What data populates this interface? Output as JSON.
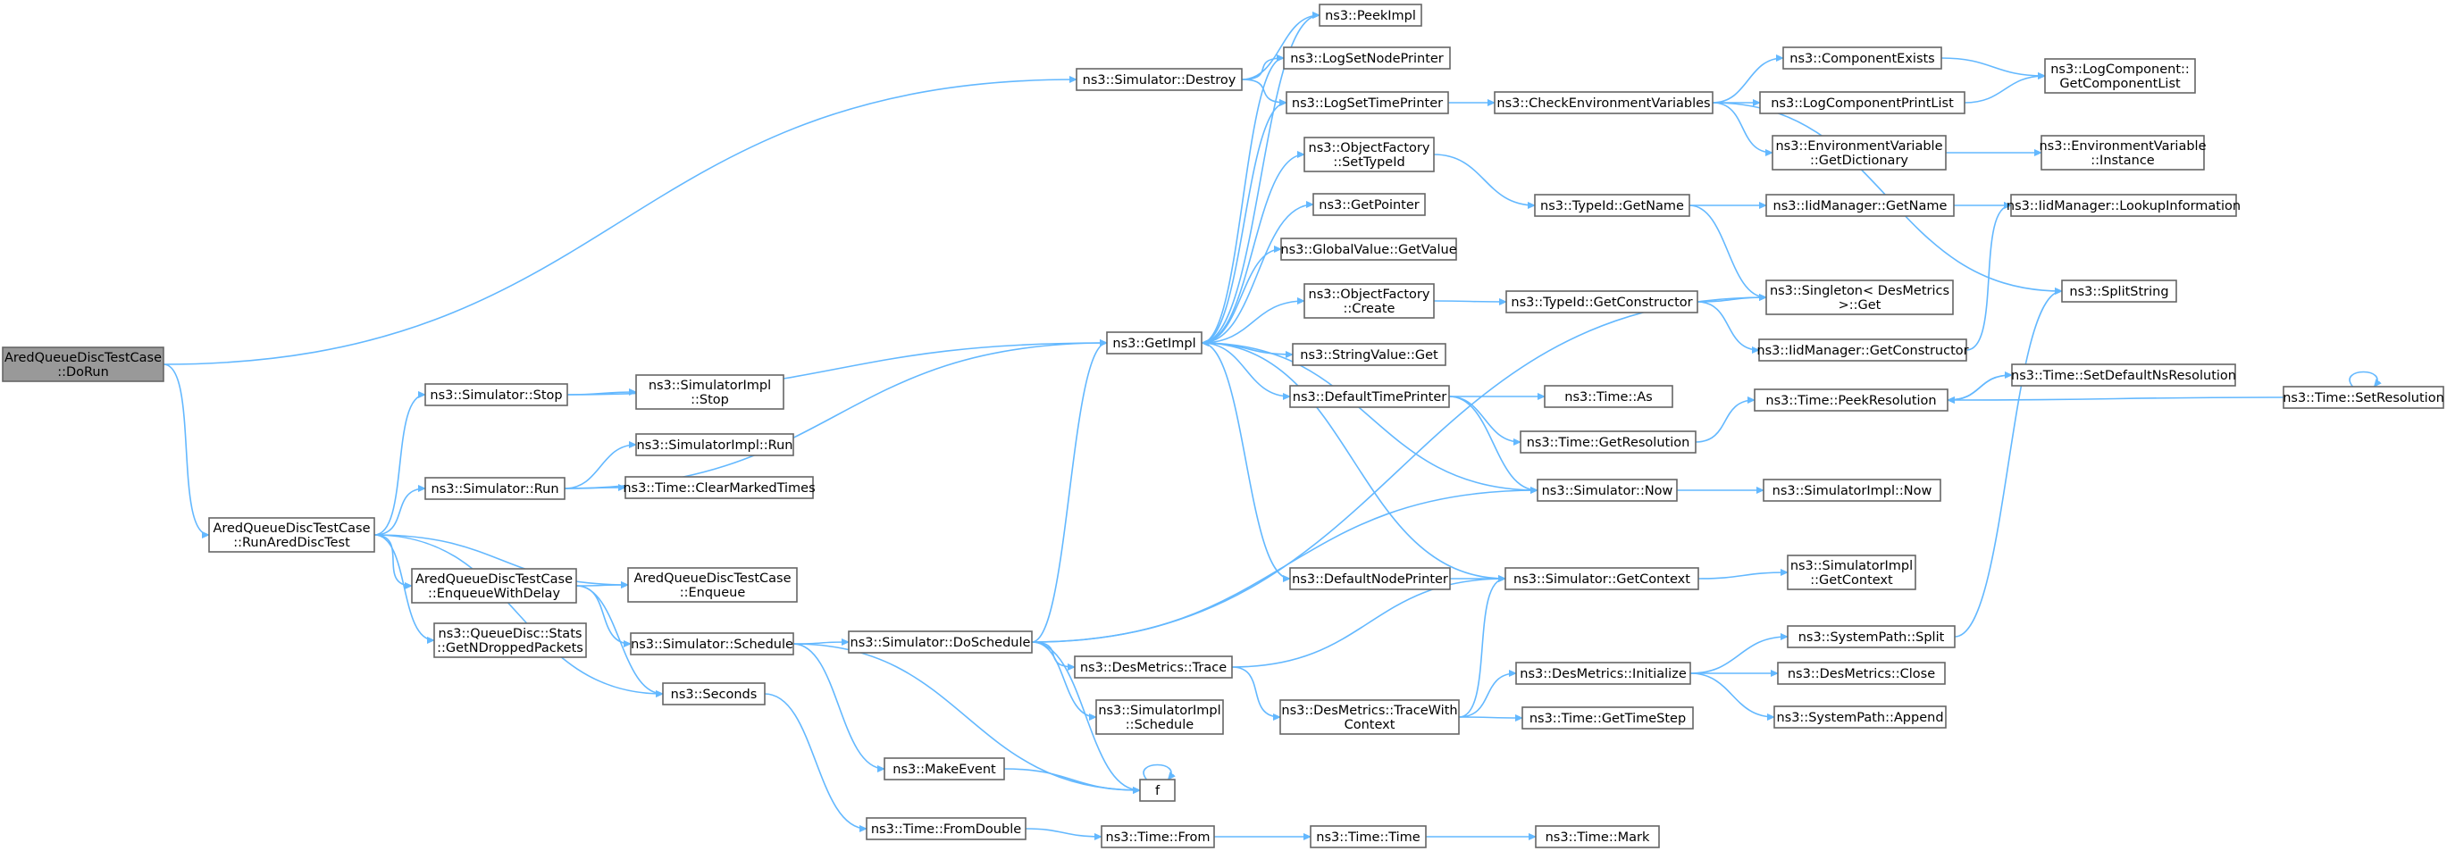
{
  "diagram": {
    "title": "",
    "colors": {
      "edge": "#63b8ff",
      "node_border": "#666666",
      "root_fill": "#999999",
      "node_fill": "#ffffff"
    },
    "nodes": [
      {
        "id": "dorun",
        "lines": [
          "AredQueueDiscTestCase",
          "::DoRun"
        ],
        "root": true
      },
      {
        "id": "runared",
        "lines": [
          "AredQueueDiscTestCase",
          "::RunAredDiscTest"
        ]
      },
      {
        "id": "simdestroy",
        "lines": [
          "ns3::Simulator::Destroy"
        ]
      },
      {
        "id": "simstop",
        "lines": [
          "ns3::Simulator::Stop"
        ]
      },
      {
        "id": "simimplstop",
        "lines": [
          "ns3::SimulatorImpl",
          "::Stop"
        ]
      },
      {
        "id": "simrun",
        "lines": [
          "ns3::Simulator::Run"
        ]
      },
      {
        "id": "simimplrun",
        "lines": [
          "ns3::SimulatorImpl::Run"
        ]
      },
      {
        "id": "clearmarked",
        "lines": [
          "ns3::Time::ClearMarkedTimes"
        ]
      },
      {
        "id": "enqdelay",
        "lines": [
          "AredQueueDiscTestCase",
          "::EnqueueWithDelay"
        ]
      },
      {
        "id": "enqueue",
        "lines": [
          "AredQueueDiscTestCase",
          "::Enqueue"
        ]
      },
      {
        "id": "getndropped",
        "lines": [
          "ns3::QueueDisc::Stats",
          "::GetNDroppedPackets"
        ]
      },
      {
        "id": "simschedule",
        "lines": [
          "ns3::Simulator::Schedule"
        ]
      },
      {
        "id": "seconds",
        "lines": [
          "ns3::Seconds"
        ]
      },
      {
        "id": "makeevent",
        "lines": [
          "ns3::MakeEvent"
        ]
      },
      {
        "id": "fromdouble",
        "lines": [
          "ns3::Time::FromDouble"
        ]
      },
      {
        "id": "doschedule",
        "lines": [
          "ns3::Simulator::DoSchedule"
        ]
      },
      {
        "id": "simimplschedule",
        "lines": [
          "ns3::SimulatorImpl",
          "::Schedule"
        ]
      },
      {
        "id": "desmtrace",
        "lines": [
          "ns3::DesMetrics::Trace"
        ]
      },
      {
        "id": "desmtracewith",
        "lines": [
          "ns3::DesMetrics::TraceWith",
          "Context"
        ]
      },
      {
        "id": "f",
        "lines": [
          "f"
        ]
      },
      {
        "id": "timefrom",
        "lines": [
          "ns3::Time::From"
        ]
      },
      {
        "id": "timetime",
        "lines": [
          "ns3::Time::Time"
        ]
      },
      {
        "id": "timemark",
        "lines": [
          "ns3::Time::Mark"
        ]
      },
      {
        "id": "getimpl",
        "lines": [
          "ns3::GetImpl"
        ]
      },
      {
        "id": "peekimpl",
        "lines": [
          "ns3::PeekImpl"
        ]
      },
      {
        "id": "logsetnode",
        "lines": [
          "ns3::LogSetNodePrinter"
        ]
      },
      {
        "id": "logsettime",
        "lines": [
          "ns3::LogSetTimePrinter"
        ]
      },
      {
        "id": "objsettypeid",
        "lines": [
          "ns3::ObjectFactory",
          "::SetTypeId"
        ]
      },
      {
        "id": "getpointer",
        "lines": [
          "ns3::GetPointer"
        ]
      },
      {
        "id": "globalget",
        "lines": [
          "ns3::GlobalValue::GetValue"
        ]
      },
      {
        "id": "objcreate",
        "lines": [
          "ns3::ObjectFactory",
          "::Create"
        ]
      },
      {
        "id": "stringget",
        "lines": [
          "ns3::StringValue::Get"
        ]
      },
      {
        "id": "deftimeprinter",
        "lines": [
          "ns3::DefaultTimePrinter"
        ]
      },
      {
        "id": "defnodeprinter",
        "lines": [
          "ns3::DefaultNodePrinter"
        ]
      },
      {
        "id": "checkenv",
        "lines": [
          "ns3::CheckEnvironmentVariables"
        ]
      },
      {
        "id": "typeidgetname",
        "lines": [
          "ns3::TypeId::GetName"
        ]
      },
      {
        "id": "typeidgetctor",
        "lines": [
          "ns3::TypeId::GetConstructor"
        ]
      },
      {
        "id": "timeas",
        "lines": [
          "ns3::Time::As"
        ]
      },
      {
        "id": "timegetres",
        "lines": [
          "ns3::Time::GetResolution"
        ]
      },
      {
        "id": "simnow",
        "lines": [
          "ns3::Simulator::Now"
        ]
      },
      {
        "id": "simgetctx",
        "lines": [
          "ns3::Simulator::GetContext"
        ]
      },
      {
        "id": "desminit",
        "lines": [
          "ns3::DesMetrics::Initialize"
        ]
      },
      {
        "id": "timegetstep",
        "lines": [
          "ns3::Time::GetTimeStep"
        ]
      },
      {
        "id": "compexists",
        "lines": [
          "ns3::ComponentExists"
        ]
      },
      {
        "id": "logcompprint",
        "lines": [
          "ns3::LogComponentPrintList"
        ]
      },
      {
        "id": "envgetdict",
        "lines": [
          "ns3::EnvironmentVariable",
          "::GetDictionary"
        ]
      },
      {
        "id": "iidgetname",
        "lines": [
          "ns3::IidManager::GetName"
        ]
      },
      {
        "id": "singleton",
        "lines": [
          "ns3::Singleton< DesMetrics",
          " >::Get"
        ]
      },
      {
        "id": "iidgetctor",
        "lines": [
          "ns3::IidManager::GetConstructor"
        ]
      },
      {
        "id": "timepeekres",
        "lines": [
          "ns3::Time::PeekResolution"
        ]
      },
      {
        "id": "simimplnow",
        "lines": [
          "ns3::SimulatorImpl::Now"
        ]
      },
      {
        "id": "simimplgetctx",
        "lines": [
          "ns3::SimulatorImpl",
          "::GetContext"
        ]
      },
      {
        "id": "syspathsplit",
        "lines": [
          "ns3::SystemPath::Split"
        ]
      },
      {
        "id": "desmclose",
        "lines": [
          "ns3::DesMetrics::Close"
        ]
      },
      {
        "id": "syspathappend",
        "lines": [
          "ns3::SystemPath::Append"
        ]
      },
      {
        "id": "logcompget",
        "lines": [
          "ns3::LogComponent::",
          "GetComponentList"
        ]
      },
      {
        "id": "envinstance",
        "lines": [
          "ns3::EnvironmentVariable",
          "::Instance"
        ]
      },
      {
        "id": "iidlookup",
        "lines": [
          "ns3::IidManager::LookupInformation"
        ]
      },
      {
        "id": "splitstring",
        "lines": [
          "ns3::SplitString"
        ]
      },
      {
        "id": "setdefaultns",
        "lines": [
          "ns3::Time::SetDefaultNsResolution"
        ]
      },
      {
        "id": "setres",
        "lines": [
          "ns3::Time::SetResolution"
        ]
      }
    ],
    "edges": [
      [
        "dorun",
        "simdestroy"
      ],
      [
        "dorun",
        "runared"
      ],
      [
        "runared",
        "simstop"
      ],
      [
        "runared",
        "simrun"
      ],
      [
        "runared",
        "enqdelay"
      ],
      [
        "runared",
        "enqueue"
      ],
      [
        "runared",
        "getndropped"
      ],
      [
        "runared",
        "seconds"
      ],
      [
        "simdestroy",
        "peekimpl"
      ],
      [
        "simdestroy",
        "logsetnode"
      ],
      [
        "simdestroy",
        "logsettime"
      ],
      [
        "simstop",
        "getimpl"
      ],
      [
        "simstop",
        "simimplstop"
      ],
      [
        "simrun",
        "simimplrun"
      ],
      [
        "simrun",
        "clearmarked"
      ],
      [
        "simrun",
        "getimpl"
      ],
      [
        "enqdelay",
        "enqueue"
      ],
      [
        "enqdelay",
        "simschedule"
      ],
      [
        "enqdelay",
        "seconds"
      ],
      [
        "simschedule",
        "doschedule"
      ],
      [
        "simschedule",
        "makeevent"
      ],
      [
        "simschedule",
        "f"
      ],
      [
        "seconds",
        "fromdouble"
      ],
      [
        "makeevent",
        "f"
      ],
      [
        "f",
        "f"
      ],
      [
        "fromdouble",
        "timefrom"
      ],
      [
        "timefrom",
        "timetime"
      ],
      [
        "timetime",
        "timemark"
      ],
      [
        "doschedule",
        "getimpl"
      ],
      [
        "doschedule",
        "simnow"
      ],
      [
        "doschedule",
        "simimplschedule"
      ],
      [
        "doschedule",
        "desmtrace"
      ],
      [
        "doschedule",
        "singleton"
      ],
      [
        "doschedule",
        "f"
      ],
      [
        "desmtrace",
        "simgetctx"
      ],
      [
        "desmtrace",
        "desmtracewith"
      ],
      [
        "desmtracewith",
        "simgetctx"
      ],
      [
        "desmtracewith",
        "desminit"
      ],
      [
        "desmtracewith",
        "timegetstep"
      ],
      [
        "getimpl",
        "peekimpl"
      ],
      [
        "getimpl",
        "logsetnode"
      ],
      [
        "getimpl",
        "logsettime"
      ],
      [
        "getimpl",
        "objsettypeid"
      ],
      [
        "getimpl",
        "getpointer"
      ],
      [
        "getimpl",
        "globalget"
      ],
      [
        "getimpl",
        "objcreate"
      ],
      [
        "getimpl",
        "stringget"
      ],
      [
        "getimpl",
        "deftimeprinter"
      ],
      [
        "getimpl",
        "defnodeprinter"
      ],
      [
        "logsettime",
        "checkenv"
      ],
      [
        "checkenv",
        "compexists"
      ],
      [
        "checkenv",
        "logcompprint"
      ],
      [
        "checkenv",
        "envgetdict"
      ],
      [
        "checkenv",
        "splitstring"
      ],
      [
        "compexists",
        "logcompget"
      ],
      [
        "logcompprint",
        "logcompget"
      ],
      [
        "envgetdict",
        "envinstance"
      ],
      [
        "objsettypeid",
        "typeidgetname"
      ],
      [
        "typeidgetname",
        "iidgetname"
      ],
      [
        "typeidgetname",
        "singleton"
      ],
      [
        "iidgetname",
        "iidlookup"
      ],
      [
        "objcreate",
        "typeidgetctor"
      ],
      [
        "typeidgetctor",
        "singleton"
      ],
      [
        "typeidgetctor",
        "iidgetctor"
      ],
      [
        "iidgetctor",
        "iidlookup"
      ],
      [
        "deftimeprinter",
        "timeas"
      ],
      [
        "deftimeprinter",
        "timegetres"
      ],
      [
        "deftimeprinter",
        "simnow"
      ],
      [
        "timegetres",
        "timepeekres"
      ],
      [
        "simnow",
        "getimpl"
      ],
      [
        "simnow",
        "simimplnow"
      ],
      [
        "defnodeprinter",
        "simgetctx"
      ],
      [
        "simgetctx",
        "getimpl"
      ],
      [
        "simgetctx",
        "simimplgetctx"
      ],
      [
        "desminit",
        "syspathsplit"
      ],
      [
        "desminit",
        "desmclose"
      ],
      [
        "desminit",
        "syspathappend"
      ],
      [
        "syspathsplit",
        "splitstring"
      ],
      [
        "setdefaultns",
        "timepeekres"
      ],
      [
        "setres",
        "timepeekres"
      ],
      [
        "setres",
        "setres"
      ],
      [
        "timepeekres",
        "setdefaultns"
      ]
    ]
  }
}
